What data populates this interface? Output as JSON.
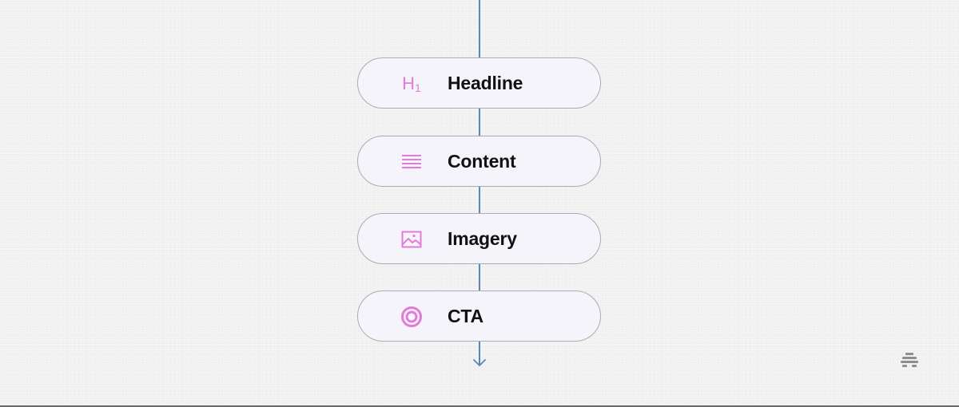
{
  "diagram": {
    "type": "vertical-flow",
    "steps": [
      {
        "label": "Headline",
        "icon": "h1-heading-icon"
      },
      {
        "label": "Content",
        "icon": "text-lines-icon"
      },
      {
        "label": "Imagery",
        "icon": "image-icon"
      },
      {
        "label": "CTA",
        "icon": "target-icon"
      }
    ],
    "h1_glyph": {
      "main": "H",
      "sub": "1"
    },
    "colors": {
      "accent": "#e27bd8",
      "connector": "#5a86b8",
      "pill_border": "#a9acb6",
      "pill_fill": "#f5f4fb",
      "background": "#f4f4f4"
    }
  },
  "brand": {
    "logo": "brand-logo-icon"
  }
}
